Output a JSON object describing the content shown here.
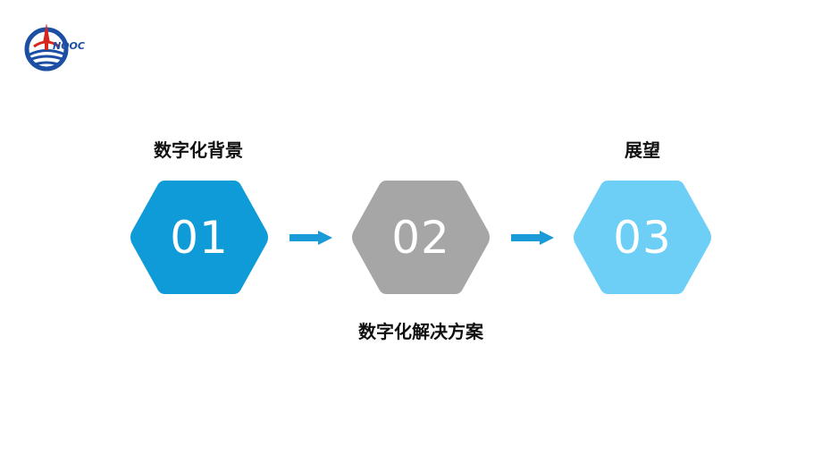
{
  "logo": {
    "text": "NOOC"
  },
  "steps": [
    {
      "num": "01",
      "label": "数字化背景",
      "color": "#0e9bd8"
    },
    {
      "num": "02",
      "label": "数字化解决方案",
      "color": "#a6a6a6"
    },
    {
      "num": "03",
      "label": "展望",
      "color": "#6dcff6"
    }
  ],
  "arrow_color": "#1a9ad6"
}
